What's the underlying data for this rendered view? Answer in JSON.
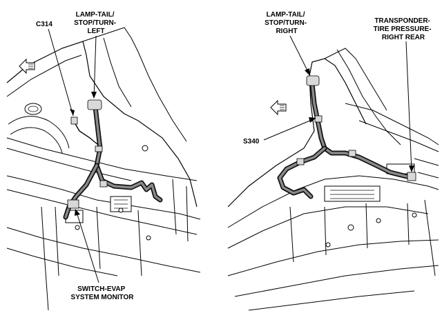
{
  "left_view": {
    "callouts": {
      "c314": [
        "C314"
      ],
      "lamp_tail_left": [
        "LAMP-TAIL/",
        "STOP/TURN-",
        "LEFT"
      ],
      "switch_evap": [
        "SWITCH-EVAP",
        "SYSTEM MONITOR"
      ]
    },
    "forward_arrow_icon": "forward-arrow-icon"
  },
  "right_view": {
    "callouts": {
      "lamp_tail_right": [
        "LAMP-TAIL/",
        "STOP/TURN-",
        "RIGHT"
      ],
      "transponder": [
        "TRANSPONDER-",
        "TIRE PRESSURE-",
        "RIGHT REAR"
      ],
      "s340": [
        "S340"
      ]
    },
    "forward_arrow_icon": "forward-arrow-icon"
  },
  "colors": {
    "line": "#000000",
    "harness": "#111111",
    "harness_core": "#8a8a8a",
    "shade": "#d9d9d9"
  }
}
